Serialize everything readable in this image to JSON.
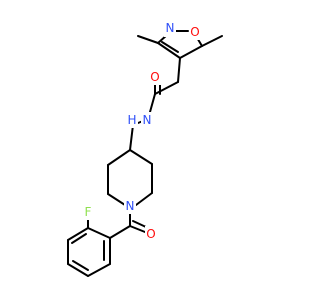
{
  "atoms": {
    "n_isoxazole": {
      "label": "N",
      "color": "#3050F8"
    },
    "o_isoxazole": {
      "label": "O",
      "color": "#FF0D0D"
    },
    "o_amide": {
      "label": "O",
      "color": "#FF0D0D"
    },
    "n_amide": {
      "label": "N",
      "color": "#3050F8"
    },
    "h_amide": {
      "label": "H",
      "color": "#3050F8"
    },
    "n_piperidine": {
      "label": "N",
      "color": "#3050F8"
    },
    "o_ketone": {
      "label": "O",
      "color": "#FF0D0D"
    },
    "f_fluoro": {
      "label": "F",
      "color": "#90E050"
    }
  },
  "bond_color": "#000000"
}
